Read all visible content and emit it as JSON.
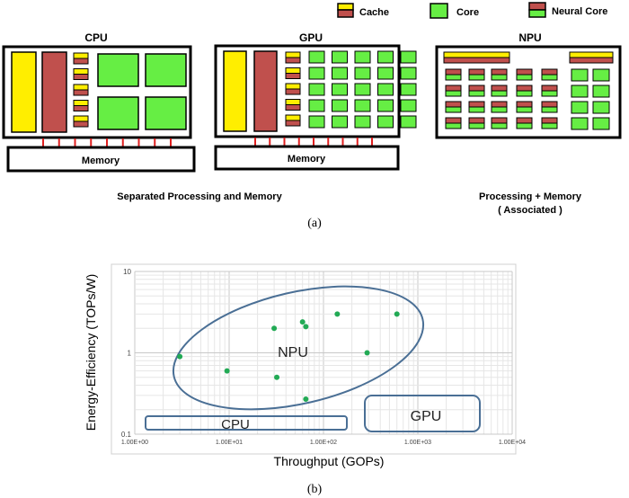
{
  "legend": {
    "cache": {
      "label": "Cache",
      "color": "#c0504d"
    },
    "core": {
      "label": "Core",
      "color": "#66ee44"
    },
    "neural": {
      "label": "Neural Core"
    },
    "yellow": "#ffee00"
  },
  "part_a": {
    "cpu_title": "CPU",
    "gpu_title": "GPU",
    "npu_title": "NPU",
    "memory_label": "Memory",
    "caption_left": "Separated Processing and Memory",
    "caption_right_1": "Processing + Memory",
    "caption_right_2": "( Associated )",
    "label": "(a)"
  },
  "part_b": {
    "label": "(b)"
  },
  "chart_data": {
    "type": "scatter",
    "xlabel": "Throughput (GOPs)",
    "ylabel": "Energy-Efficiency (TOPs/W)",
    "x_scale": "log",
    "y_scale": "log",
    "xlim": [
      1,
      10000
    ],
    "ylim": [
      0.1,
      10
    ],
    "x_ticks": [
      "1.00E+00",
      "1.00E+01",
      "1.00E+02",
      "1.00E+03",
      "1.00E+04"
    ],
    "y_ticks": [
      "10",
      "1",
      "0.1"
    ],
    "grid": true,
    "point_color": "#22aa55",
    "region_color": "#4a6f95",
    "series": [
      {
        "points": [
          [
            3,
            0.9
          ],
          [
            9.5,
            0.6
          ],
          [
            30,
            2.0
          ],
          [
            32,
            0.5
          ],
          [
            60,
            2.4
          ],
          [
            65,
            2.1
          ],
          [
            65,
            0.27
          ],
          [
            140,
            3.0
          ],
          [
            290,
            1.0
          ],
          [
            600,
            3.0
          ]
        ]
      }
    ],
    "regions": [
      {
        "label": "NPU",
        "shape": "ellipse"
      },
      {
        "label": "CPU",
        "shape": "rounded-rect"
      },
      {
        "label": "GPU",
        "shape": "rounded-rect"
      }
    ]
  }
}
